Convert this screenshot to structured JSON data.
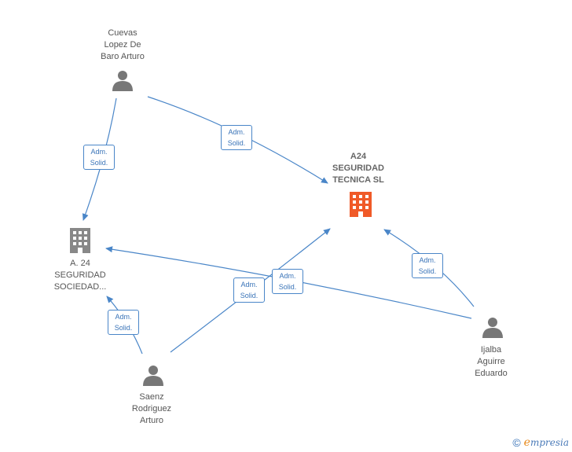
{
  "nodes": {
    "cuevas": "Cuevas\nLopez De\nBaro Arturo",
    "a24_main": "A24\nSEGURIDAD\nTECNICA  SL",
    "a24_soc": "A.  24\nSEGURIDAD\nSOCIEDAD...",
    "saenz": "Saenz\nRodriguez\nArturo",
    "ijalba": "Ijalba\nAguirre\nEduardo"
  },
  "edge_label": {
    "line1": "Adm.",
    "line2": "Solid."
  },
  "brand": {
    "copyright": "©",
    "e": "e",
    "name": "mpresia"
  },
  "colors": {
    "edge": "#4a86c8",
    "person": "#777777",
    "company": "#888888",
    "main_company": "#f05a28"
  }
}
